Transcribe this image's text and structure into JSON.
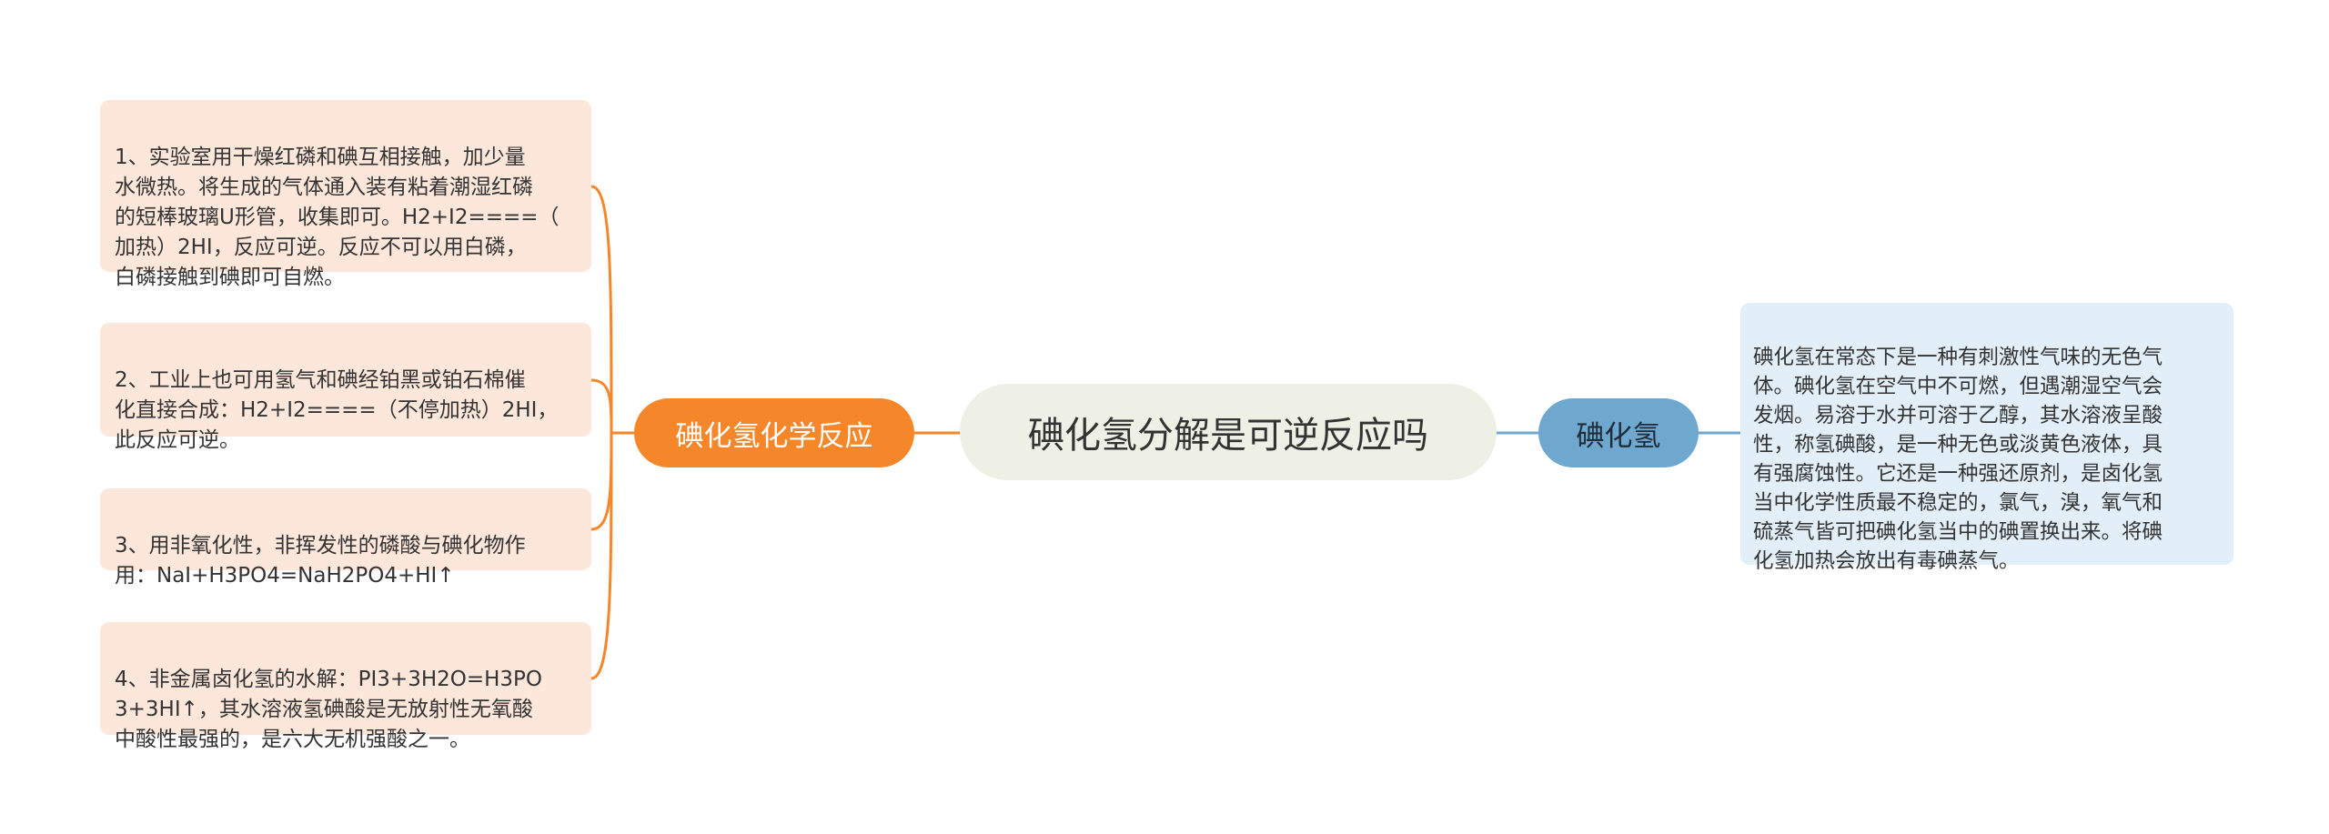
{
  "mindmap": {
    "root": {
      "label": "碘化氢分解是可逆反应吗"
    },
    "left_branch": {
      "label": "碘化氢化学反应",
      "color": "#f5872a",
      "items": [
        {
          "text": "1、实验室用干燥红磷和碘互相接触，加少量\n水微热。将生成的气体通入装有粘着潮湿红磷\n的短棒玻璃U形管，收集即可。H2+I2====（\n加热）2HI，反应可逆。反应不可以用白磷，\n白磷接触到碘即可自燃。"
        },
        {
          "text": "2、工业上也可用氢气和碘经铂黑或铂石棉催\n化直接合成：H2+I2====（不停加热）2HI，\n此反应可逆。"
        },
        {
          "text": "3、用非氧化性，非挥发性的磷酸与碘化物作\n用：NaI+H3PO4=NaH2PO4+HI↑"
        },
        {
          "text": "4、非金属卤化氢的水解：PI3+3H2O=H3PO\n3+3HI↑，其水溶液氢碘酸是无放射性无氧酸\n中酸性最强的，是六大无机强酸之一。"
        }
      ]
    },
    "right_branch": {
      "label": "碘化氢",
      "color": "#6ea8ce",
      "description": "碘化氢在常态下是一种有刺激性气味的无色气\n体。碘化氢在空气中不可燃，但遇潮湿空气会\n发烟。易溶于水并可溶于乙醇，其水溶液呈酸\n性，称氢碘酸，是一种无色或淡黄色液体，具\n有强腐蚀性。它还是一种强还原剂，是卤化氢\n当中化学性质最不稳定的，氯气，溴，氧气和\n硫蒸气皆可把碘化氢当中的碘置换出来。将碘\n化氢加热会放出有毒碘蒸气。"
    }
  }
}
